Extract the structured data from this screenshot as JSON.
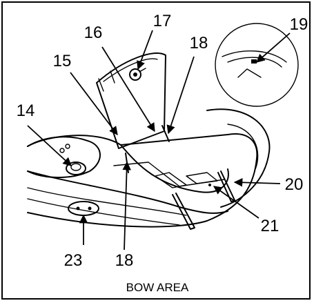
{
  "figure": {
    "caption": "BOW AREA",
    "callouts": {
      "c14": "14",
      "c15": "15",
      "c16": "16",
      "c17": "17",
      "c18_top": "18",
      "c18_bottom": "18",
      "c19": "19",
      "c20": "20",
      "c21": "21",
      "c23": "23"
    }
  }
}
